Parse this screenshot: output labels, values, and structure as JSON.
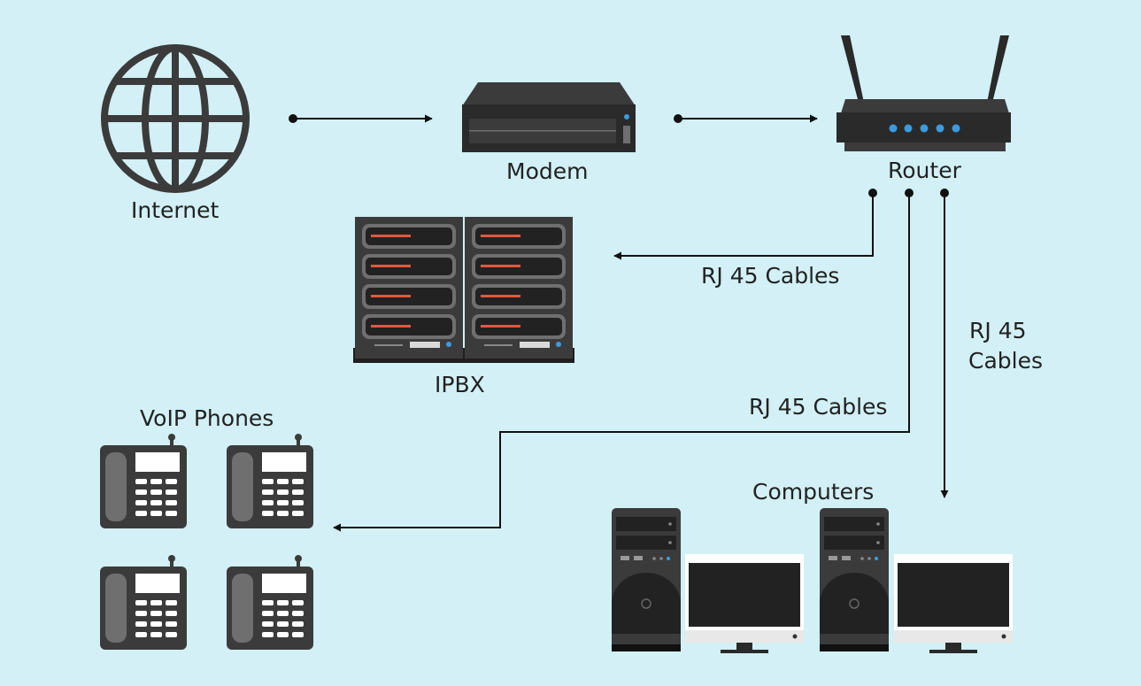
{
  "nodes": {
    "internet": "Internet",
    "modem": "Modem",
    "router": "Router",
    "ipbx": "IPBX",
    "voip_phones": "VoIP Phones",
    "computers": "Computers"
  },
  "links": {
    "to_ipbx": "RJ 45 Cables",
    "to_phones": "RJ 45 Cables",
    "to_computers_line1": "RJ 45",
    "to_computers_line2": "Cables"
  },
  "colors": {
    "background": "#d2f0f6",
    "device_dark": "#3b3b3b",
    "device_grey": "#6f6f6f",
    "indicator_blue": "#3a9be0",
    "drive_red": "#e2583e",
    "line": "#111111"
  }
}
